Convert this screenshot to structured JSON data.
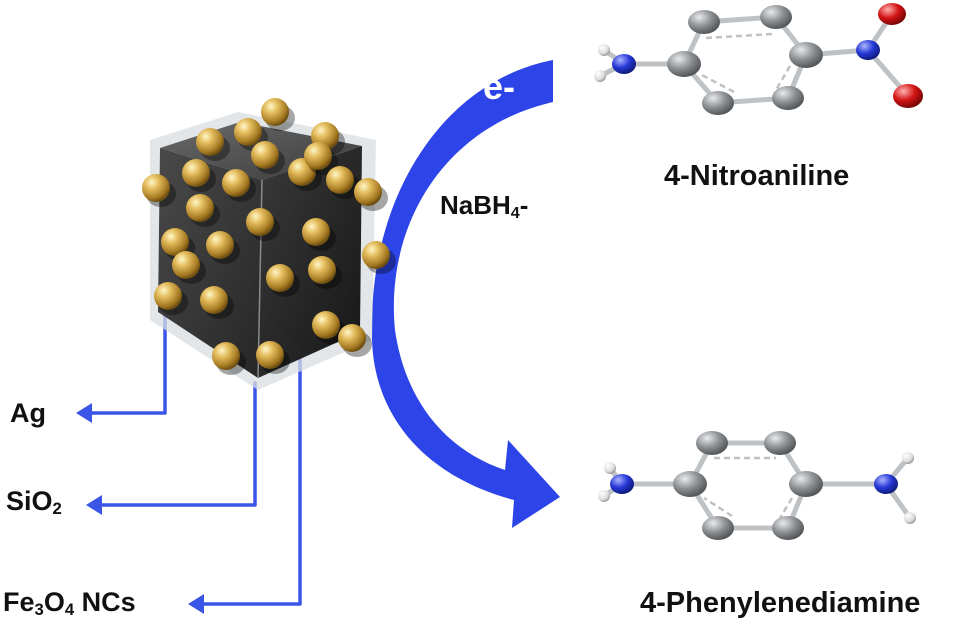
{
  "labels": {
    "ag": "Ag",
    "sio2_base": "SiO",
    "sio2_sub": "2",
    "fe_a": "Fe",
    "fe_sub1": "3",
    "fe_b": "O",
    "fe_sub2": "4",
    "fe_c": " NCs",
    "nabh_a": "NaBH",
    "nabh_sub": "4",
    "nabh_b": "-",
    "electron": "e-",
    "nitroaniline": "4-Nitroaniline",
    "phenylenediamine": "4-Phenylenediamine"
  },
  "colors": {
    "arrow_blue": "#2d45e8",
    "leader_blue": "#3b55e6",
    "gold": "#c9a040",
    "cube_dark": "#3a3a3a",
    "carbon": "#8a8d90",
    "nitrogen": "#2a3ad8",
    "oxygen": "#d21818",
    "hydrogen": "#e6e6e6"
  }
}
